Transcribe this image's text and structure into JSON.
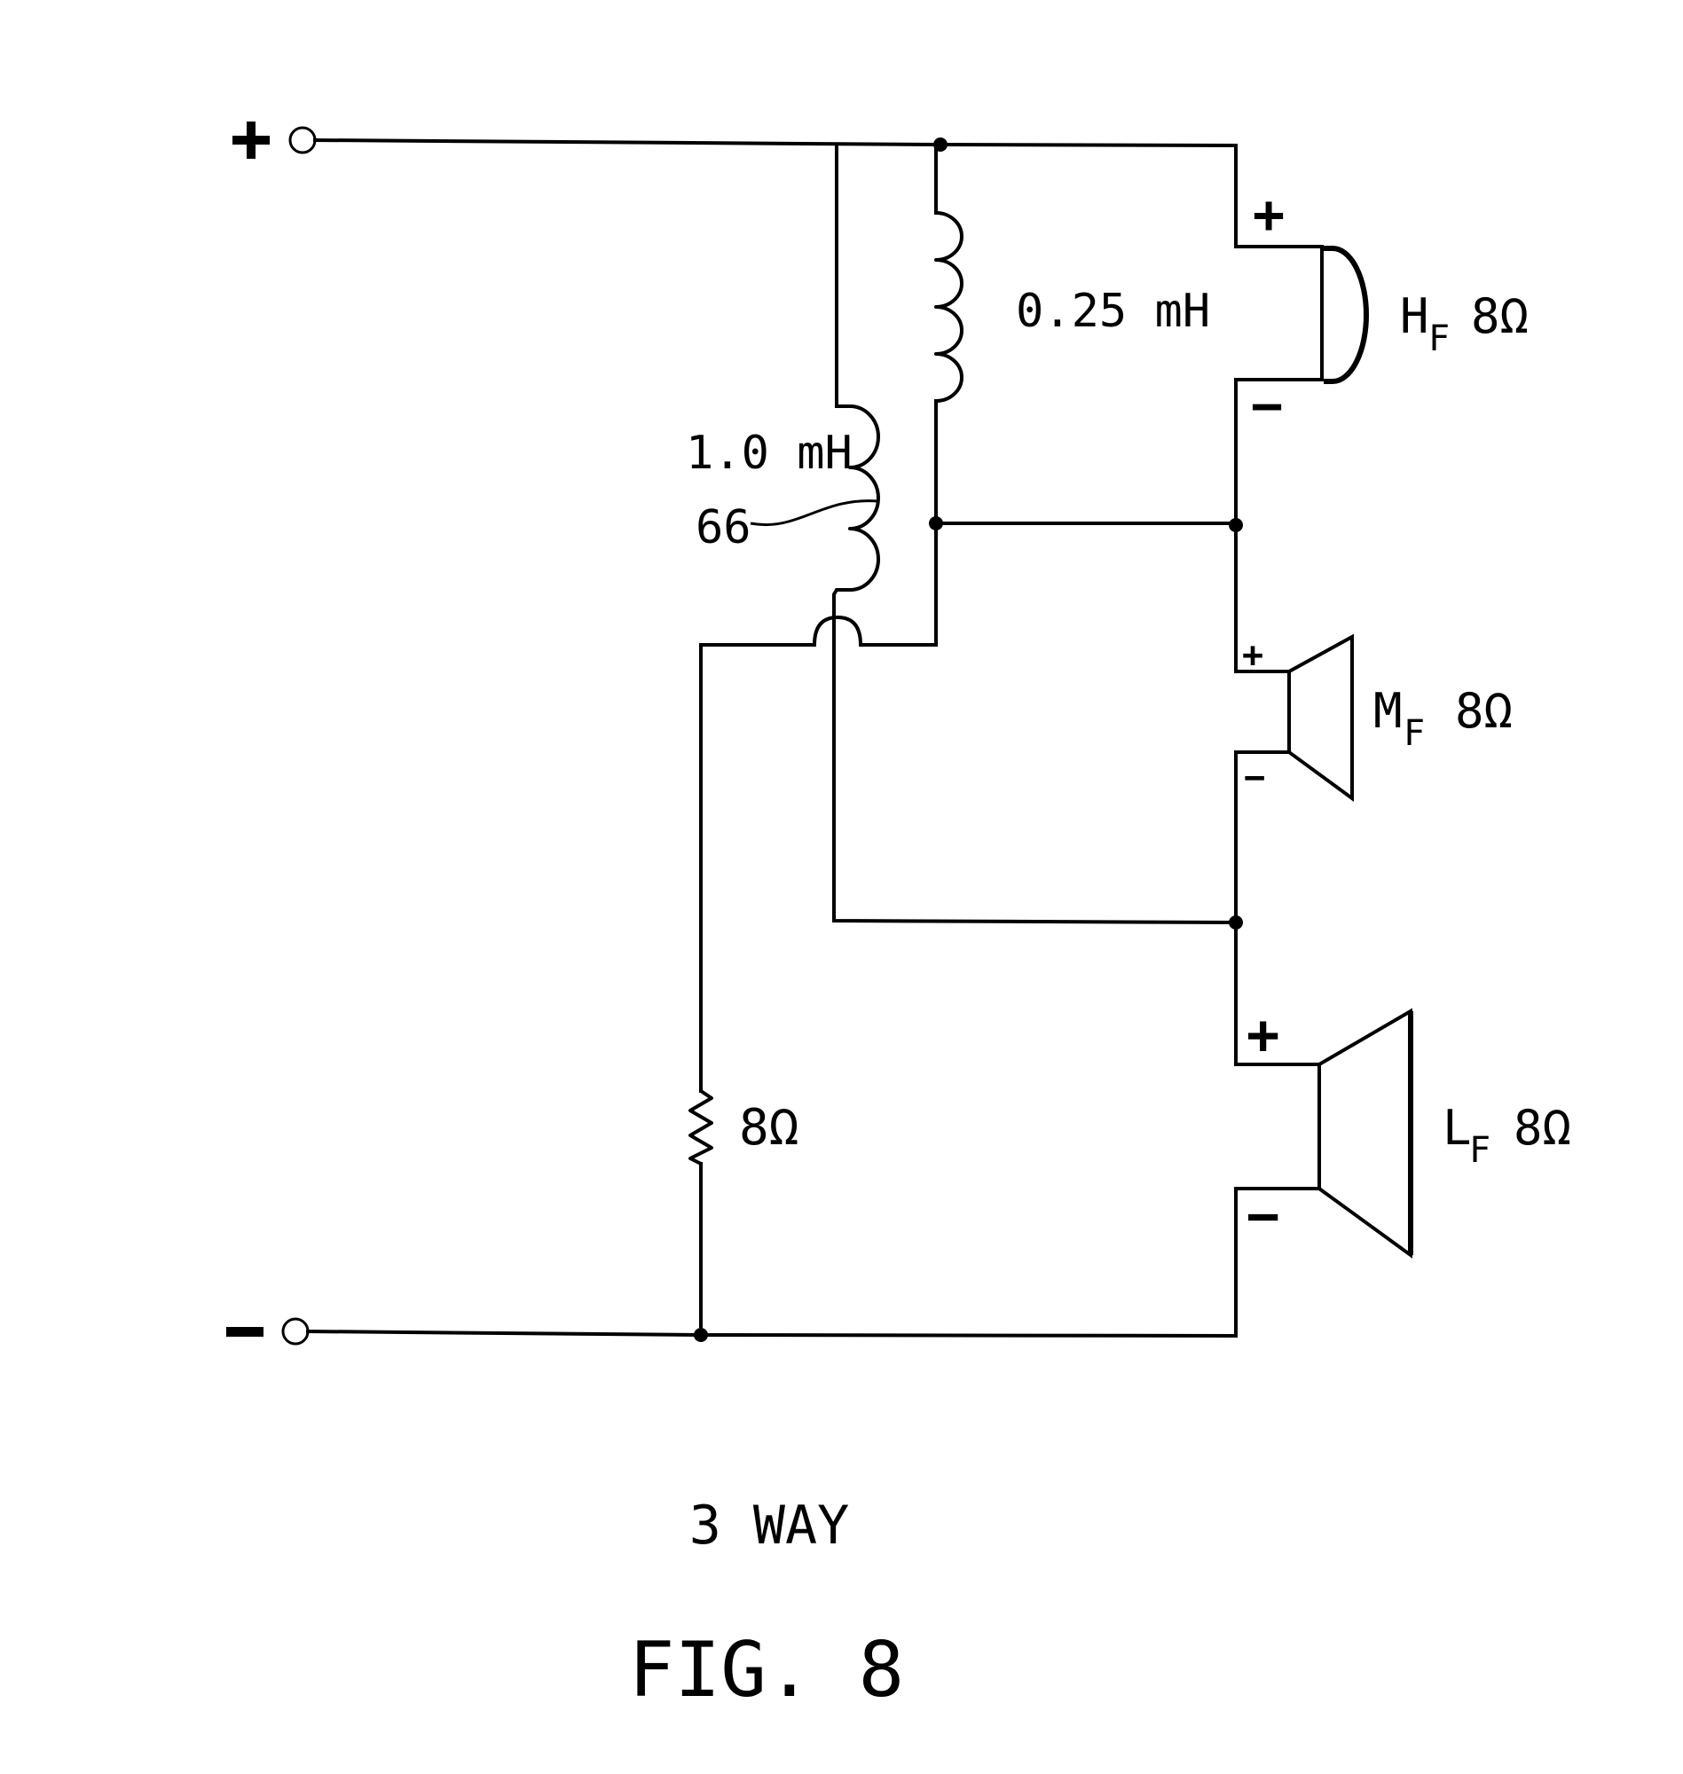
{
  "terminals": {
    "positive": "+",
    "negative": "−"
  },
  "inductors": {
    "high": {
      "value": "0.25 mH"
    },
    "main": {
      "value": "1.0 mH",
      "ref": "66"
    }
  },
  "resistor": {
    "value": "8Ω"
  },
  "speakers": {
    "hf": {
      "label": "H",
      "sub": "F",
      "impedance": "8Ω",
      "plus": "+",
      "minus": "−"
    },
    "mf": {
      "label": "M",
      "sub": "F",
      "impedance": "8Ω",
      "plus": "+",
      "minus": "−"
    },
    "lf": {
      "label": "L",
      "sub": "F",
      "impedance": "8Ω",
      "plus": "+",
      "minus": "−"
    }
  },
  "caption": {
    "subtitle": "3 WAY",
    "figure": "FIG.  8"
  }
}
